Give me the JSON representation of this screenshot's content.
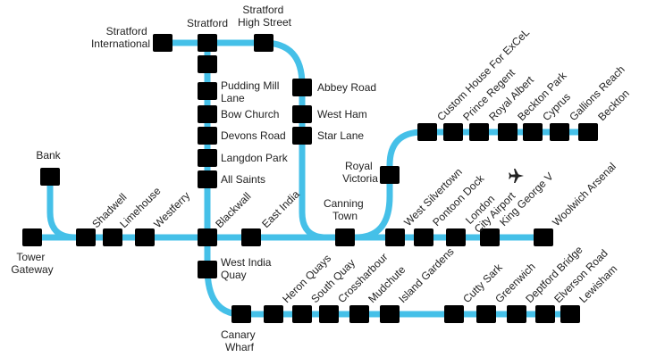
{
  "colors": {
    "line": "#45c0e8",
    "station_icon": "#1a1a1a",
    "text": "#222222"
  },
  "stations": {
    "stratford_international": "Stratford International",
    "stratford": "Stratford",
    "stratford_high_street": "Stratford High Street",
    "pudding_mill_lane": "Pudding Mill Lane",
    "bow_church": "Bow Church",
    "devons_road": "Devons Road",
    "langdon_park": "Langdon Park",
    "all_saints": "All Saints",
    "abbey_road": "Abbey Road",
    "west_ham": "West Ham",
    "star_lane": "Star Lane",
    "bank": "Bank",
    "tower_gateway": "Tower Gateway",
    "shadwell": "Shadwell",
    "limehouse": "Limehouse",
    "westferry": "Westferry",
    "blackwall": "Blackwall",
    "east_india": "East India",
    "canning_town": "Canning Town",
    "royal_victoria": "Royal Victoria",
    "custom_house": "Custom House For ExCeL",
    "prince_regent": "Prince Regent",
    "royal_albert": "Royal Albert",
    "beckton_park": "Beckton Park",
    "cyprus": "Cyprus",
    "gallions_reach": "Gallions Reach",
    "beckton": "Beckton",
    "west_silvertown": "West Silvertown",
    "pontoon_dock": "Pontoon Dock",
    "london_city_airport": "London City Airport",
    "king_george_v": "King George V",
    "woolwich_arsenal": "Woolwich Arsenal",
    "west_india_quay": "West India Quay",
    "canary_wharf": "Canary Wharf",
    "heron_quays": "Heron Quays",
    "south_quay": "South Quay",
    "crossharbour": "Crossharbour",
    "mudchute": "Mudchute",
    "island_gardens": "Island Gardens",
    "cutty_sark": "Cutty Sark",
    "greenwich": "Greenwich",
    "deptford_bridge": "Deptford Bridge",
    "elverson_road": "Elverson Road",
    "lewisham": "Lewisham"
  },
  "icons": {
    "station": "train-icon",
    "airport": "airplane-icon"
  }
}
